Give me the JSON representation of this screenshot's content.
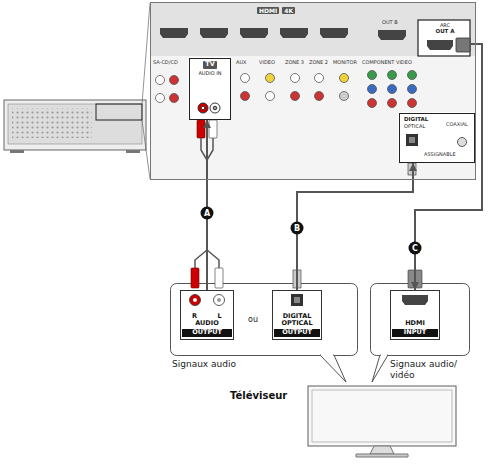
{
  "diagram": {
    "nodes": [
      {
        "text": [
          "HDMI",
          "4K"
        ]
      },
      {
        "text": [
          "TV",
          "AUDIO IN"
        ],
        "in": 0
      },
      {
        "text": [
          "DIGITAL",
          "OPTICAL"
        ],
        "in": 0
      },
      {
        "text": [
          "ARC",
          "OUT A"
        ],
        "in": 0
      },
      {
        "text": [
          "Signaux audio"
        ]
      },
      {
        "text": [
          "R",
          "L",
          "AUDIO",
          "OUTPUT"
        ],
        "in": 4
      },
      {
        "text": [
          "DIGITAL OPTICAL",
          "OUTPUT"
        ],
        "in": 4
      },
      {
        "text": [
          "Signaux audio/ vidéo"
        ]
      },
      {
        "text": [
          "HDMI",
          "INPUT"
        ],
        "in": 7
      },
      {
        "text": [
          "Téléviseur"
        ]
      }
    ],
    "edges": [
      {
        "from": 5,
        "to": 1,
        "arrow": "to",
        "label": "A"
      },
      {
        "from": 6,
        "to": 2,
        "arrow": "to",
        "label": "B"
      },
      {
        "from": 3,
        "to": 8,
        "arrow": "to",
        "label": "C"
      }
    ],
    "labels": [
      "SA-CD/CD",
      "AUX",
      "VIDEO",
      "ZONE 3",
      "ZONE 2",
      "MONITOR",
      "COMPONENT VIDEO",
      "OUT B",
      "COAXIAL",
      "ASSIGNABLE",
      "ou"
    ]
  }
}
